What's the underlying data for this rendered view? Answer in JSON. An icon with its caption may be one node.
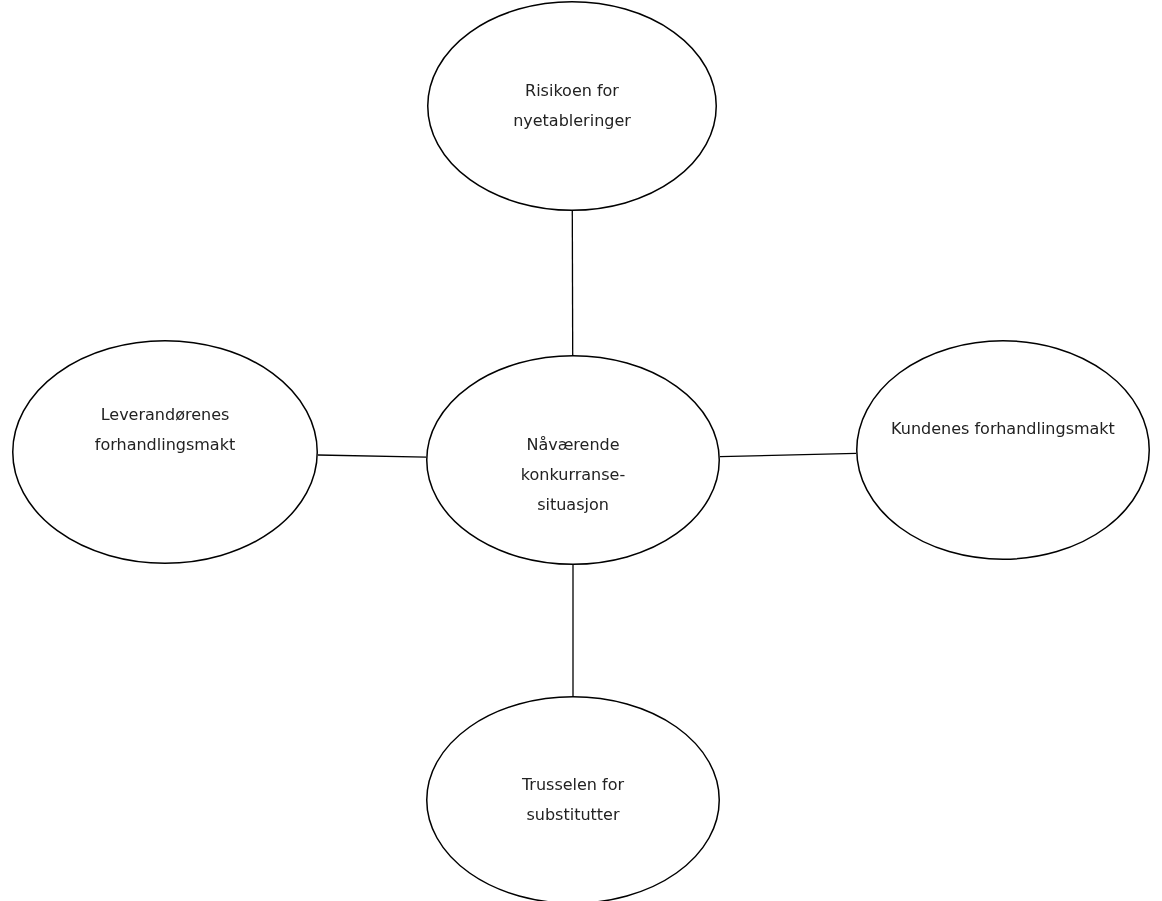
{
  "diagram": {
    "nodes": [
      {
        "text": [
          "Risikoen for nyetableringer"
        ]
      },
      {
        "text": [
          "Leverandørenes forhandlingsmakt"
        ]
      },
      {
        "text": [
          "Nåværende konkurranse- situasjon"
        ]
      },
      {
        "text": [
          "Kundenes forhandlingsmakt"
        ]
      },
      {
        "text": [
          "Trusselen for substitutter"
        ]
      }
    ],
    "edges": [
      {
        "from": 2,
        "to": 0,
        "arrow": "none"
      },
      {
        "from": 2,
        "to": 1,
        "arrow": "none"
      },
      {
        "from": 2,
        "to": 3,
        "arrow": "none"
      },
      {
        "from": 2,
        "to": 4,
        "arrow": "none"
      }
    ]
  }
}
